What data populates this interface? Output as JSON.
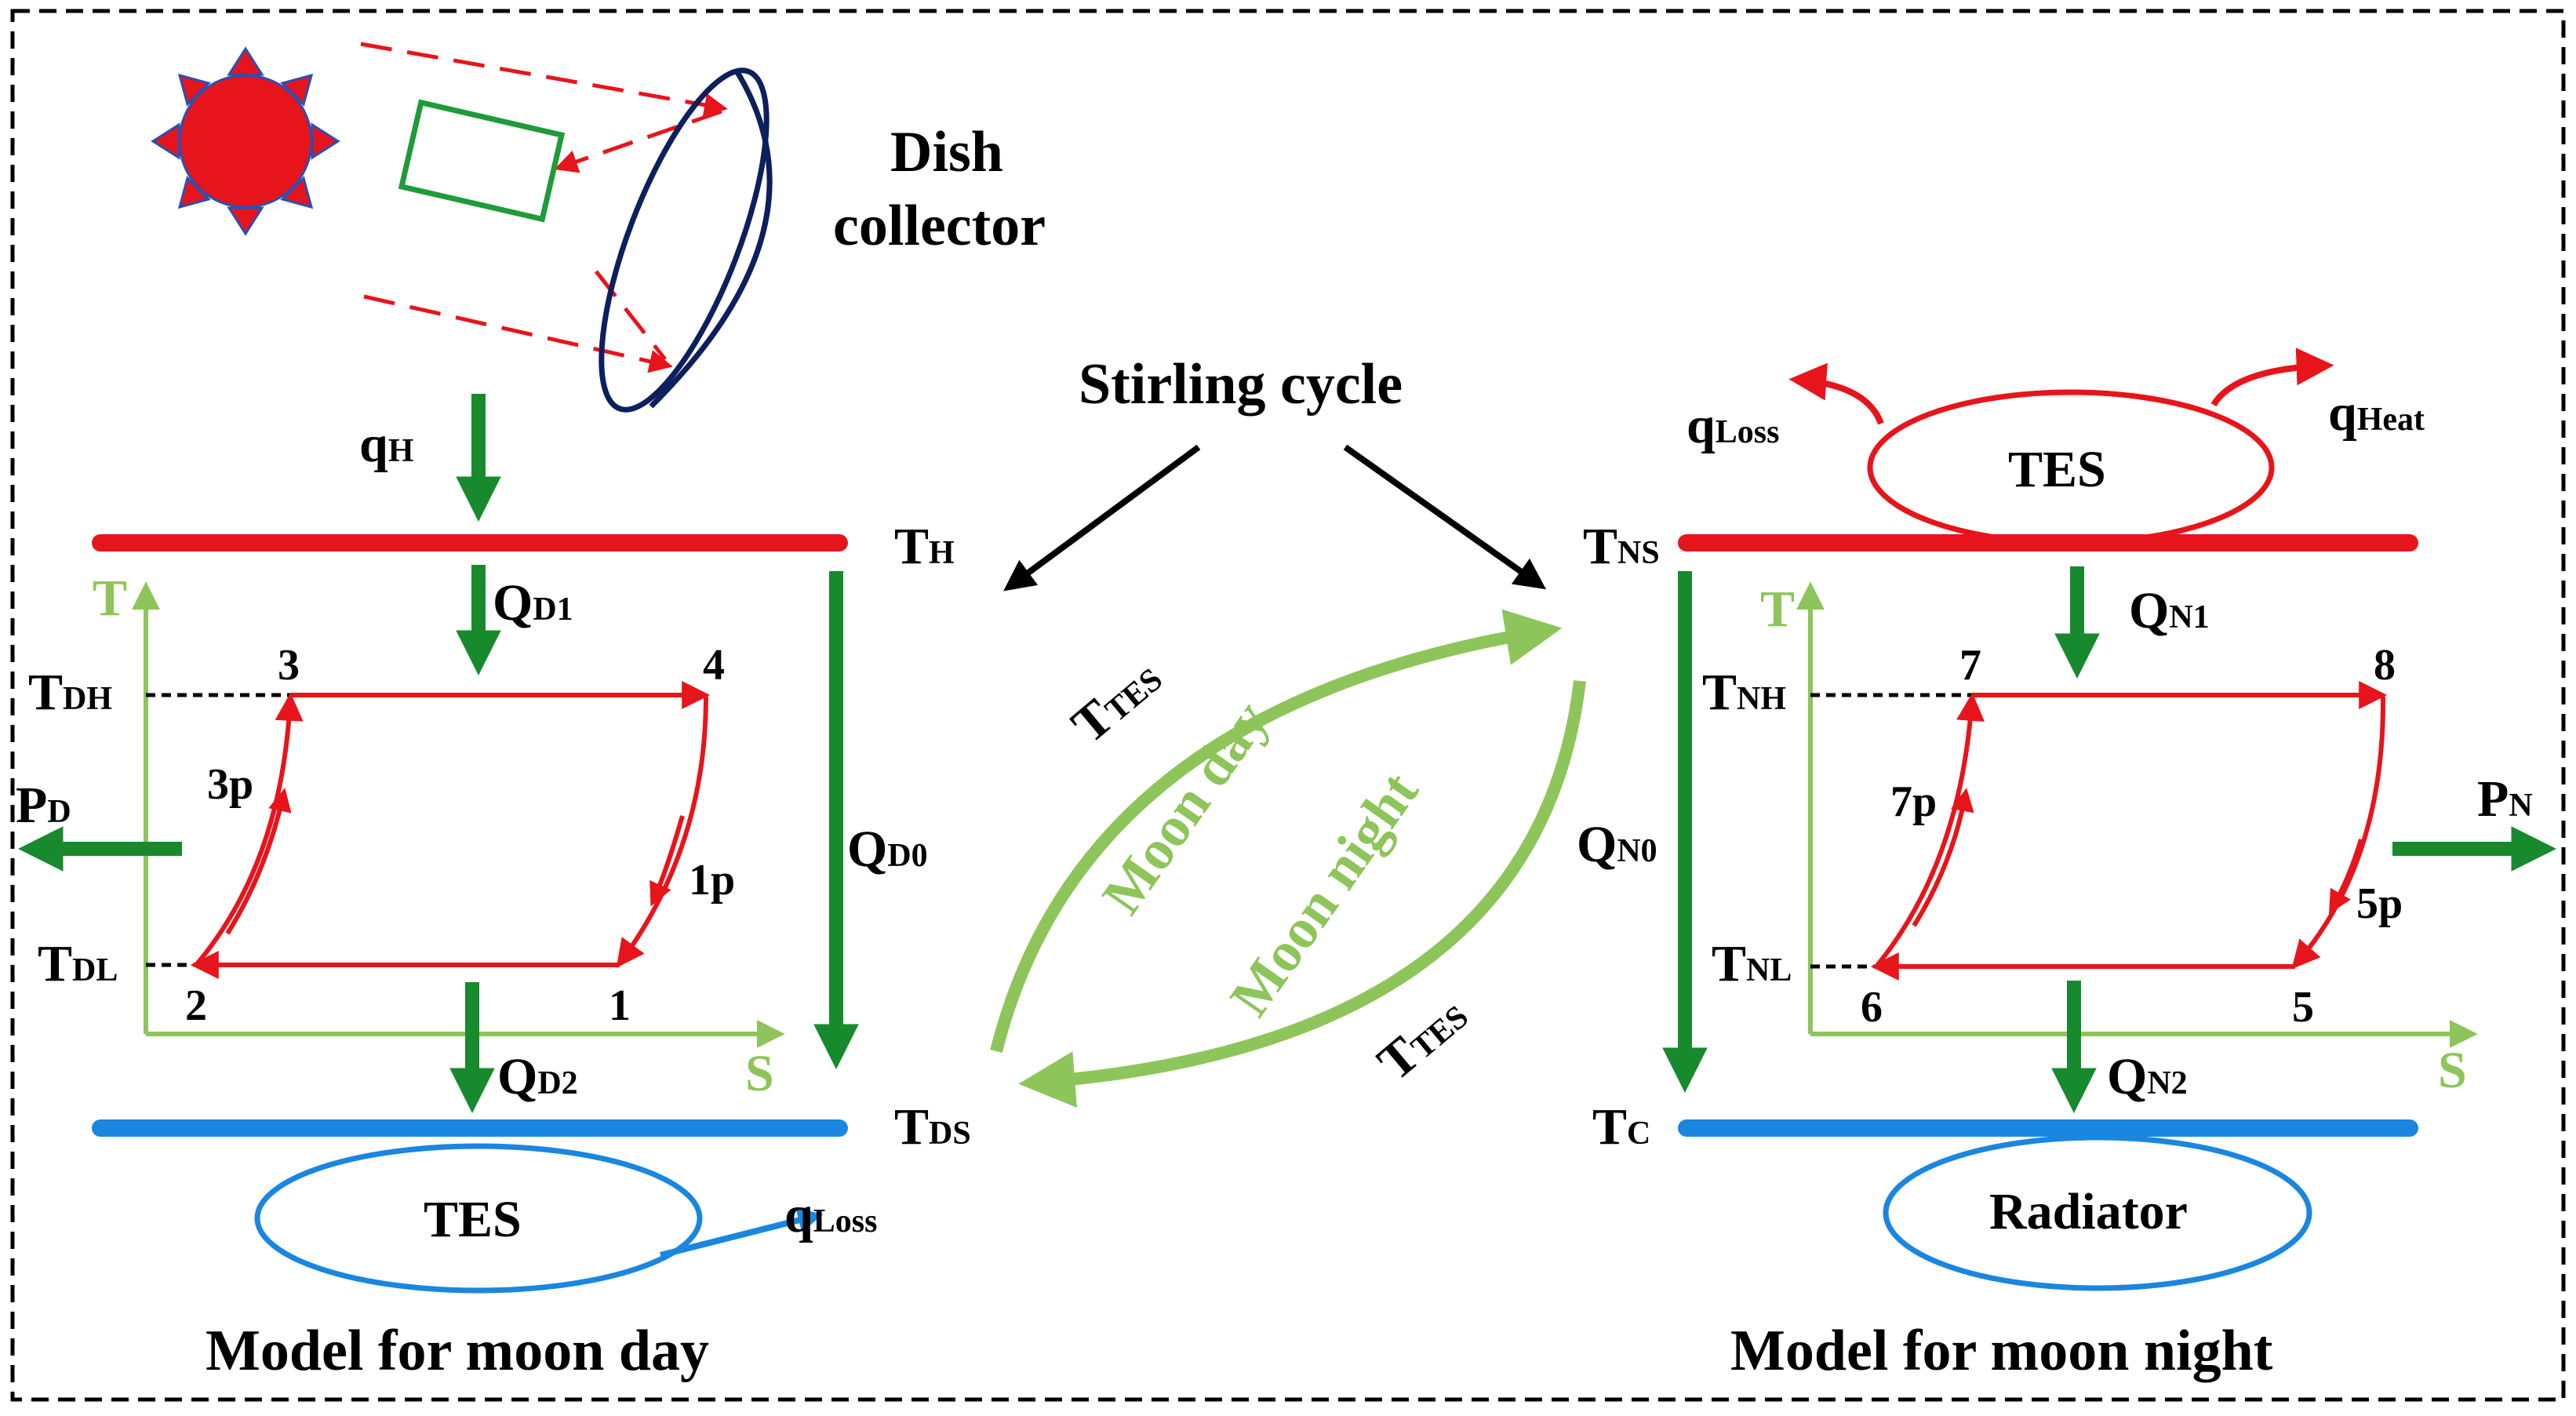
{
  "collector": {
    "line1": "Dish",
    "line2": "collector"
  },
  "stirling": "Stirling  cycle",
  "left": {
    "qH": {
      "main": "q",
      "sub": "H"
    },
    "TH": {
      "main": "T",
      "sub": "H"
    },
    "QD1": {
      "main": "Q",
      "sub": "D1"
    },
    "QD0": {
      "main": "Q",
      "sub": "D0"
    },
    "QD2": {
      "main": "Q",
      "sub": "D2"
    },
    "TDS": {
      "main": "T",
      "sub": "DS"
    },
    "TDH": {
      "main": "T",
      "sub": "DH"
    },
    "TDL": {
      "main": "T",
      "sub": "DL"
    },
    "PD": {
      "main": "P",
      "sub": "D"
    },
    "axisT": "T",
    "axisS": "S",
    "points": {
      "p1": "1",
      "p2": "2",
      "p3": "3",
      "p4": "4",
      "p1p": "1p",
      "p3p": "3p"
    },
    "tes": "TES",
    "qLoss": {
      "main": "q",
      "sub": "Loss"
    },
    "caption": "Model for moon day"
  },
  "middle": {
    "ttes1": {
      "main": "T",
      "sub": "TES"
    },
    "ttes2": {
      "main": "T",
      "sub": "TES"
    },
    "moonDay": "Moon day",
    "moonNight": "Moon night"
  },
  "right": {
    "tes": "TES",
    "qLoss": {
      "main": "q",
      "sub": "Loss"
    },
    "qHeat": {
      "main": "q",
      "sub": "Heat"
    },
    "TNS": {
      "main": "T",
      "sub": "NS"
    },
    "QN1": {
      "main": "Q",
      "sub": "N1"
    },
    "QN0": {
      "main": "Q",
      "sub": "N0"
    },
    "QN2": {
      "main": "Q",
      "sub": "N2"
    },
    "TC": {
      "main": "T",
      "sub": "C"
    },
    "TNH": {
      "main": "T",
      "sub": "NH"
    },
    "TNL": {
      "main": "T",
      "sub": "NL"
    },
    "PN": {
      "main": "P",
      "sub": "N"
    },
    "axisT": "T",
    "axisS": "S",
    "points": {
      "p5": "5",
      "p6": "6",
      "p7": "7",
      "p8": "8",
      "p5p": "5p",
      "p7p": "7p"
    },
    "radiator": "Radiator",
    "caption": "Model for moon night"
  },
  "colors": {
    "hot": "#e8141b",
    "cold": "#1a86e0",
    "heatArrow": "#188a2e",
    "axis": "#8dc55a",
    "lunarArc": "#8dc55a",
    "dish": "#0d1f5c",
    "receiver": "#1f9b3a"
  }
}
